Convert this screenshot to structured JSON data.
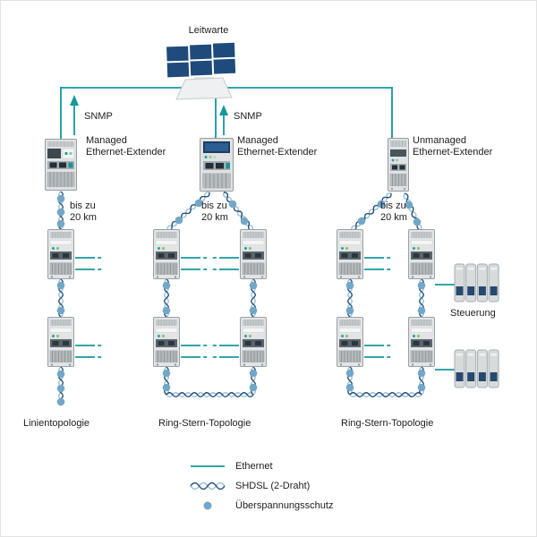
{
  "diagram": {
    "control_room_label": "Leitwarte",
    "snmp_label": "SNMP",
    "extenders": {
      "left": {
        "line1": "Managed",
        "line2": "Ethernet-Extender"
      },
      "center": {
        "line1": "Managed",
        "line2": "Ethernet-Extender"
      },
      "right": {
        "line1": "Unmanaged",
        "line2": "Ethernet-Extender"
      }
    },
    "distance_label": {
      "line1": "bis zu",
      "line2": "20 km"
    },
    "topologies": {
      "left": "Linientopologie",
      "center": "Ring-Stern-Topologie",
      "right": "Ring-Stern-Topologie"
    },
    "steuerung_label": "Steuerung"
  },
  "legend": {
    "ethernet": "Ethernet",
    "shdsl": "SHDSL (2-Draht)",
    "surge": "Überspannungsschutz"
  },
  "colors": {
    "ethernet": "#15989b",
    "shdsl_dark": "#24517d",
    "shdsl_light": "#9cc1d5",
    "surge": "#73a7c7",
    "monitor": "#1f4a7c"
  }
}
